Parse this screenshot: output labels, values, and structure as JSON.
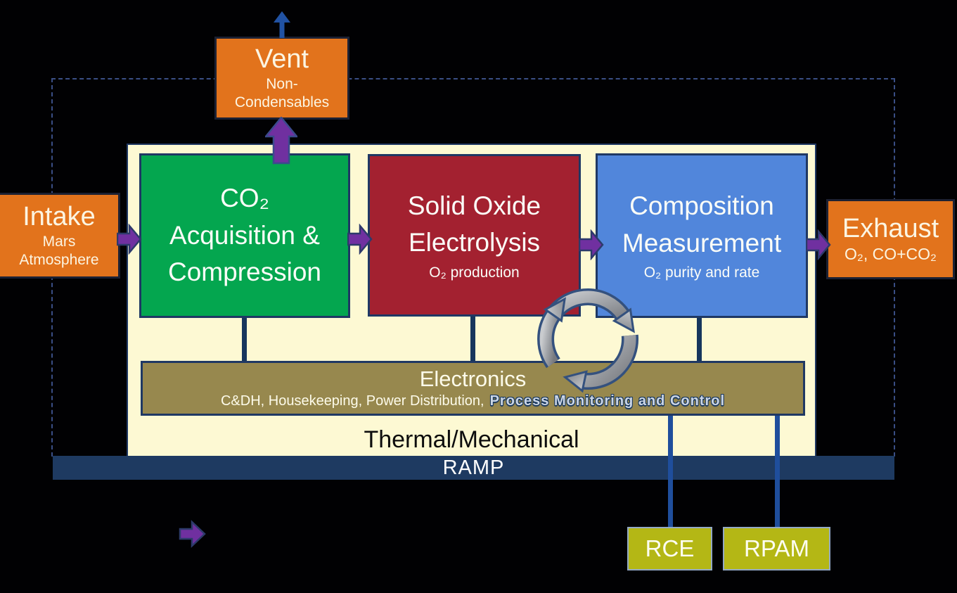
{
  "colors": {
    "bg": "#010103",
    "orange": "#E2731C",
    "green": "#04A64F",
    "red": "#A32130",
    "blue": "#5186DB",
    "cream": "#FDF9D3",
    "olive": "#97884E",
    "navy": "#1E3A61",
    "chartreuse": "#B4B715",
    "purple": "#7030A0",
    "box-border": "#1F3864",
    "dark-border": "#1C2133",
    "dash": "#3A4E85",
    "connector": "#17365D",
    "connector-bright": "#1F4E9C",
    "rce-border": "#93A9C4",
    "text-warm": "#FCF5E2",
    "text-dark": "#0D0D0D"
  },
  "nodes": {
    "vent": {
      "title": "Vent",
      "subtitle_line1": "Non-",
      "subtitle_line2": "Condensables"
    },
    "intake": {
      "title": "Intake",
      "subtitle_line1": "Mars",
      "subtitle_line2": "Atmosphere"
    },
    "exhaust": {
      "title": "Exhaust",
      "subtitle": "O₂, CO+CO₂"
    },
    "co2_acquisition": {
      "title_line1": "CO₂",
      "title_line2": "Acquisition &",
      "title_line3": "Compression"
    },
    "solid_oxide_electrolysis": {
      "title_line1": "Solid Oxide",
      "title_line2": "Electrolysis",
      "subtitle": "O₂ production"
    },
    "composition_measurement": {
      "title_line1": "Composition",
      "title_line2": "Measurement",
      "subtitle": "O₂ purity and rate"
    },
    "electronics": {
      "title": "Electronics",
      "subtitle_plain": "C&DH, Housekeeping, Power Distribution,",
      "subtitle_outlined": "Process Monitoring and Control"
    },
    "thermal_mechanical": {
      "label": "Thermal/Mechanical"
    },
    "ramp": {
      "label": "RAMP"
    },
    "rce": {
      "label": "RCE"
    },
    "rpam": {
      "label": "RPAM"
    }
  }
}
